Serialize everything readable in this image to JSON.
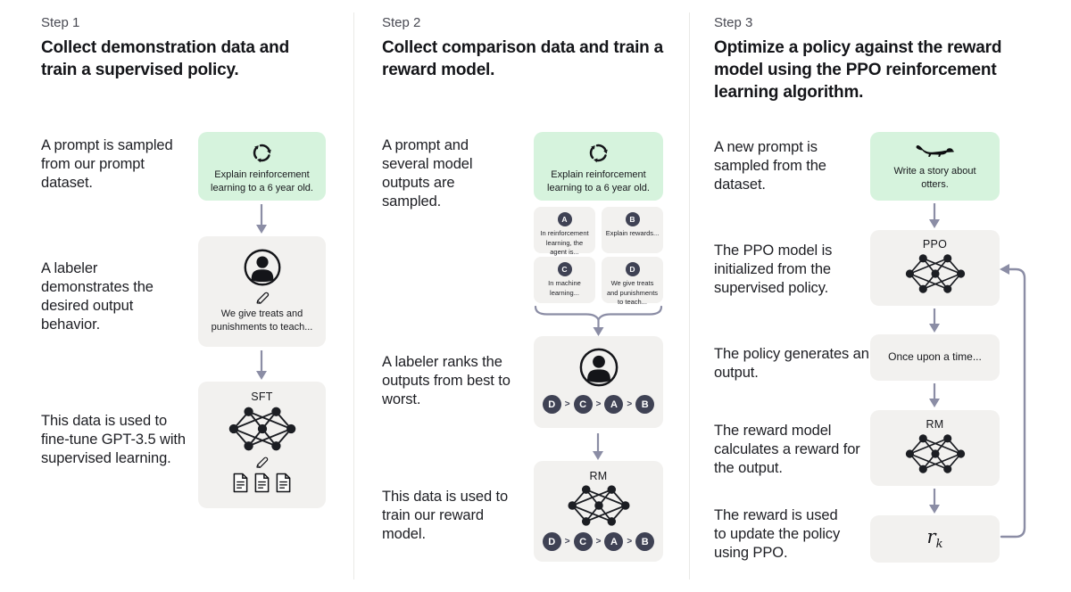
{
  "palette": {
    "green_box": "#d6f3dd",
    "gray_box": "#f2f1ef",
    "arrow": "#8b8da5",
    "chip_bg": "#3f4254",
    "icon_ink": "#141519",
    "heading_ink": "#141519",
    "step_label_ink": "#494a53"
  },
  "ranking_separator": ">",
  "columns": [
    {
      "step_label": "Step 1",
      "heading": "Collect demonstration data and train a supervised policy.",
      "captions": {
        "prompt": "A prompt is sampled from our prompt dataset.",
        "labeler": "A labeler demonstrates the desired output behavior.",
        "train": "This data is used to fine-tune GPT-3.5 with supervised learning."
      },
      "prompt_box_text": "Explain reinforcement learning to a 6 year old.",
      "labeler_box_text": "We give treats and punishments to teach...",
      "model_label": "SFT"
    },
    {
      "step_label": "Step 2",
      "heading": "Collect comparison data and train a reward model.",
      "captions": {
        "prompt": "A prompt and several model outputs are sampled.",
        "labeler": "A labeler ranks the outputs from best to worst.",
        "train": "This data is used to train our reward model."
      },
      "prompt_box_text": "Explain reinforcement learning to a 6 year old.",
      "answers": [
        {
          "letter": "A",
          "text": "In reinforcement learning, the agent is..."
        },
        {
          "letter": "B",
          "text": "Explain rewards..."
        },
        {
          "letter": "C",
          "text": "In machine learning..."
        },
        {
          "letter": "D",
          "text": "We give treats and punishments to teach..."
        }
      ],
      "ranking": [
        "D",
        "C",
        "A",
        "B"
      ],
      "model_label": "RM"
    },
    {
      "step_label": "Step 3",
      "heading": "Optimize a policy against the reward model using the PPO reinforcement learning algorithm.",
      "captions": {
        "prompt": "A new prompt is sampled from the dataset.",
        "ppo": "The PPO model is initialized from the supervised policy.",
        "output": "The policy generates an output.",
        "reward": "The reward model calculates a reward for the output.",
        "update": "The reward is used to update the policy using PPO."
      },
      "prompt_box_text": "Write a story about otters.",
      "ppo_label": "PPO",
      "output_box_text": "Once upon a time...",
      "rm_label": "RM",
      "reward_symbol": "r",
      "reward_subscript": "k"
    }
  ]
}
